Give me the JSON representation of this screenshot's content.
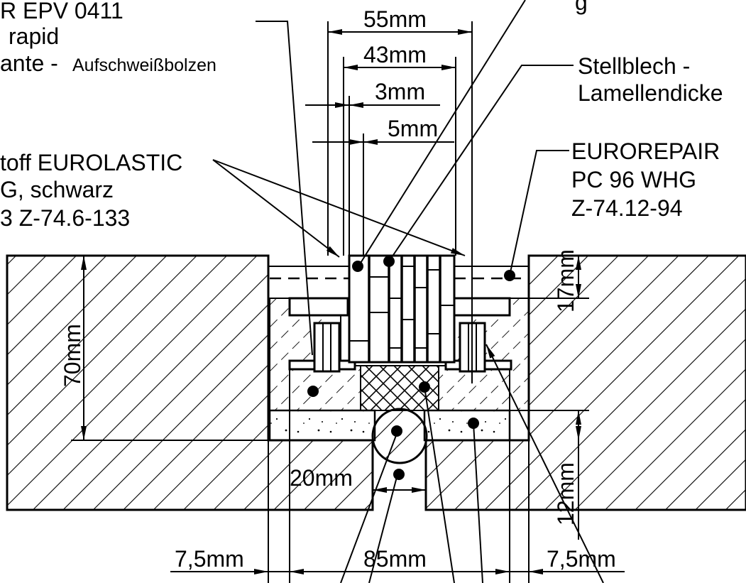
{
  "labels": {
    "top_left": [
      "R EPV 0411",
      "rapid",
      "ante - ",
      "Aufschweißbolzen"
    ],
    "left_mid": [
      "toff EUROLASTIC",
      "G, schwarz",
      "3 Z-74.6-133"
    ],
    "top_right": [
      "g"
    ],
    "stellblech": [
      "Stellblech -",
      "Lamellendicke"
    ],
    "eurorepair": [
      "EUROREPAIR",
      "PC 96 WHG",
      "Z-74.12-94"
    ]
  },
  "dimensions": {
    "d55": "55mm",
    "d43": "43mm",
    "d3": "3mm",
    "d5": "5mm",
    "d70": "70mm",
    "d17": "17mm",
    "d12": "12mm",
    "d20": "20mm",
    "d85": "85mm",
    "d75_left": "7,5mm",
    "d75_right": "7,5mm"
  }
}
